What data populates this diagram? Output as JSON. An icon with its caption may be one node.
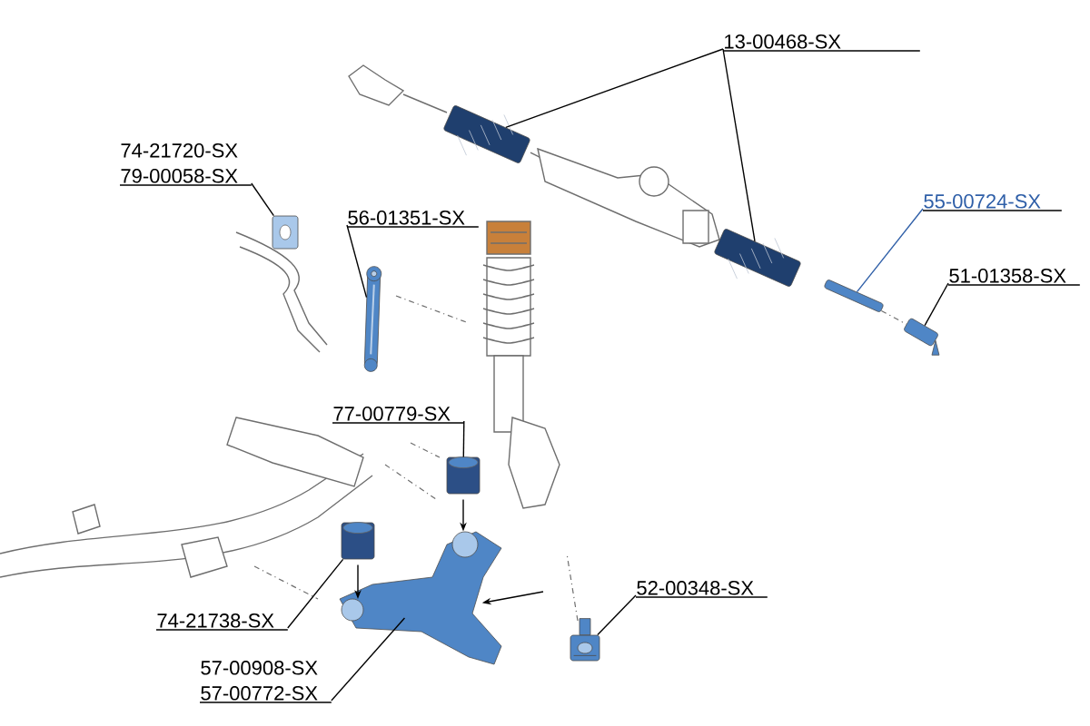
{
  "diagram": {
    "nodes": [
      {
        "text": [
          "13-00468-SX"
        ]
      },
      {
        "text": [],
        "shape": "picture"
      },
      {
        "text": [],
        "shape": "picture"
      },
      {
        "text": [
          "55-00724-SX"
        ]
      },
      {
        "text": [],
        "shape": "picture"
      },
      {
        "text": [
          "51-01358-SX"
        ]
      },
      {
        "text": [],
        "shape": "picture"
      },
      {
        "text": [
          "74-21720-SX 79-00058-SX"
        ]
      },
      {
        "text": [],
        "shape": "picture"
      },
      {
        "text": [
          "56-01351-SX"
        ]
      },
      {
        "text": [],
        "shape": "picture"
      },
      {
        "text": [
          "77-00779-SX"
        ]
      },
      {
        "text": [],
        "shape": "picture"
      },
      {
        "text": [
          "74-21738-SX"
        ]
      },
      {
        "text": [],
        "shape": "picture"
      },
      {
        "text": [
          "57-00908-SX 57-00772-SX"
        ]
      },
      {
        "text": [],
        "shape": "picture"
      },
      {
        "text": [
          "52-00348-SX"
        ]
      },
      {
        "text": [],
        "shape": "picture"
      }
    ],
    "edges": [
      {
        "from": 0,
        "to": 1,
        "arrow": "none"
      },
      {
        "from": 0,
        "to": 2,
        "arrow": "none"
      },
      {
        "from": 3,
        "to": 4,
        "arrow": "none",
        "color": "#2f5fa8"
      },
      {
        "from": 5,
        "to": 6,
        "arrow": "none"
      },
      {
        "from": 7,
        "to": 8,
        "arrow": "none"
      },
      {
        "from": 9,
        "to": 10,
        "arrow": "none"
      },
      {
        "from": 11,
        "to": 12,
        "arrow": "none"
      },
      {
        "from": 13,
        "to": 14,
        "arrow": "none"
      },
      {
        "from": 15,
        "to": 16,
        "arrow": "none"
      },
      {
        "from": 17,
        "to": 18,
        "arrow": "none"
      },
      {
        "from": 12,
        "to": 16,
        "arrow": "to"
      },
      {
        "from": 14,
        "to": 16,
        "arrow": "to"
      },
      {
        "from": null,
        "to": 16,
        "arrow": "to"
      },
      {
        "from": 4,
        "to": 6,
        "arrow": "none",
        "style": "dashed",
        "color": "#6e6e6e"
      }
    ]
  }
}
